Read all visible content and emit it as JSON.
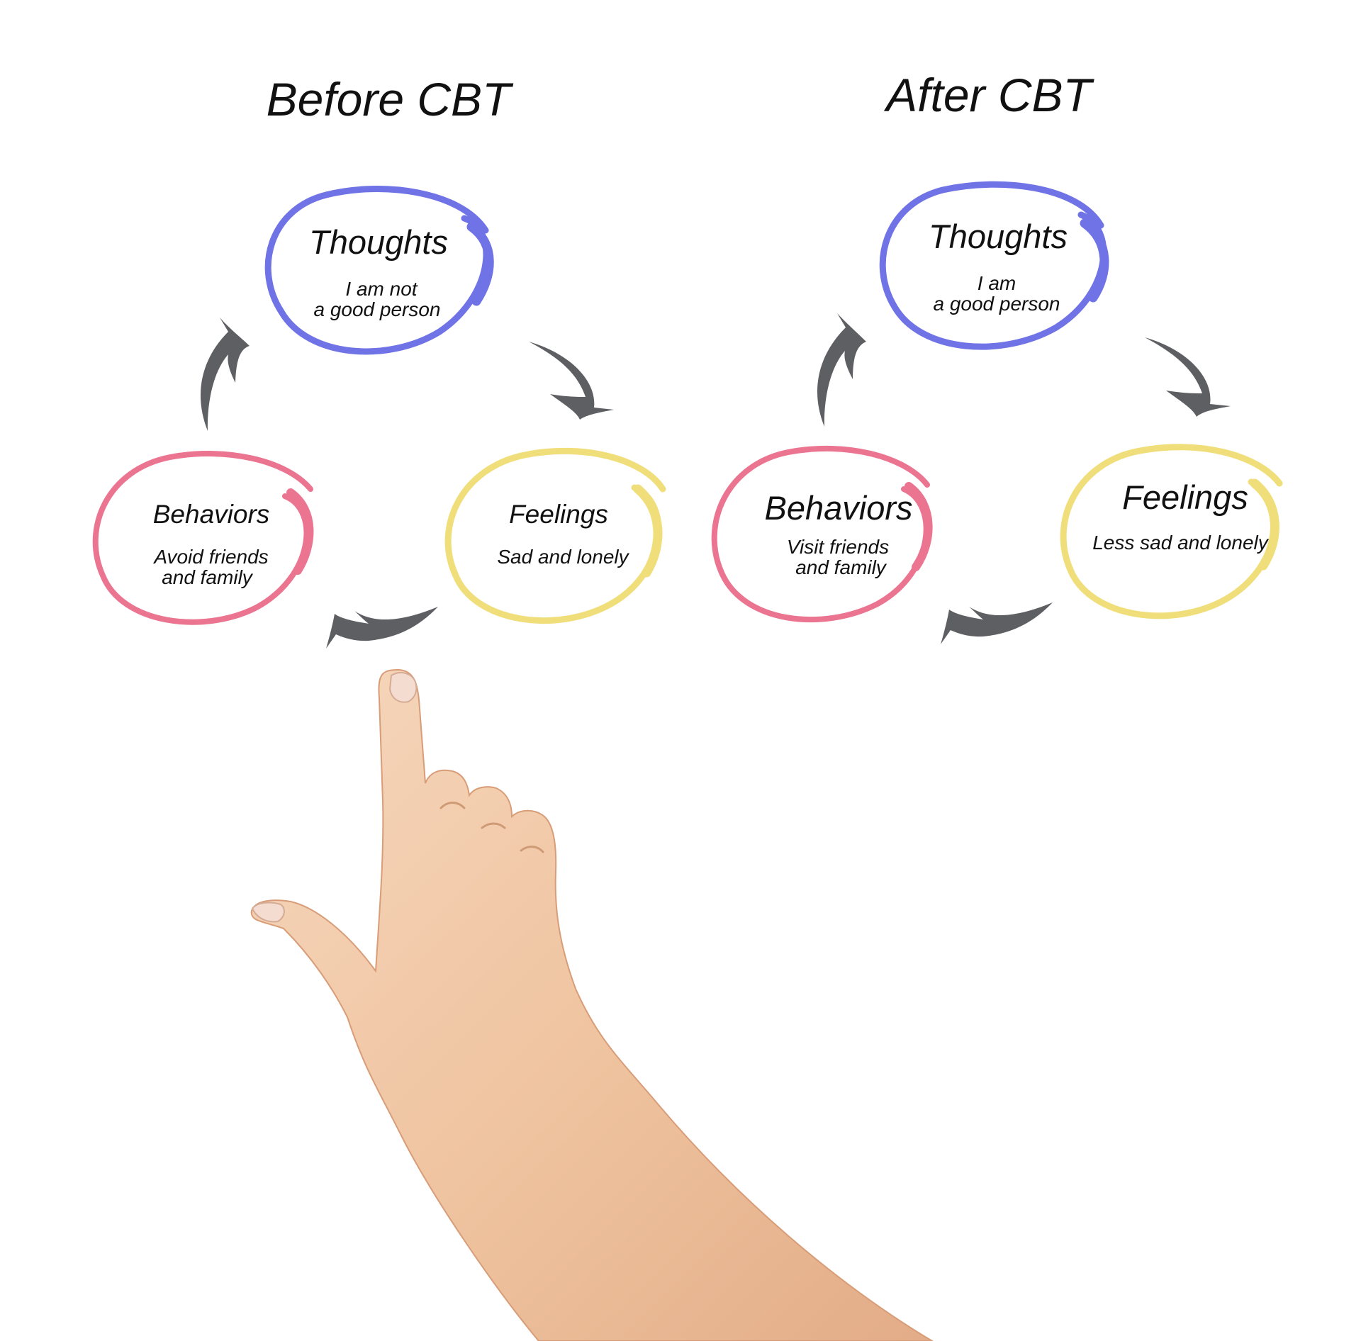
{
  "colors": {
    "thoughts": "#6f73e6",
    "behaviors": "#eb7490",
    "feelings": "#f0de7a",
    "arrow": "#5e5f63",
    "skin": "#f1c7a4"
  },
  "panels": [
    {
      "title": "Before CBT",
      "nodes": {
        "thoughts": {
          "title": "Thoughts",
          "lines": [
            "I am not",
            "a good person"
          ]
        },
        "behaviors": {
          "title": "Behaviors",
          "lines": [
            "Avoid friends",
            "and family"
          ]
        },
        "feelings": {
          "title": "Feelings",
          "lines": [
            "Sad and lonely"
          ]
        }
      }
    },
    {
      "title": "After CBT",
      "nodes": {
        "thoughts": {
          "title": "Thoughts",
          "lines": [
            "I am",
            "a good person"
          ]
        },
        "behaviors": {
          "title": "Behaviors",
          "lines": [
            "Visit friends",
            "and family"
          ]
        },
        "feelings": {
          "title": "Feelings",
          "lines": [
            "Less sad and lonely"
          ]
        }
      }
    }
  ],
  "hand": {
    "icon": "pointing-hand-icon"
  }
}
